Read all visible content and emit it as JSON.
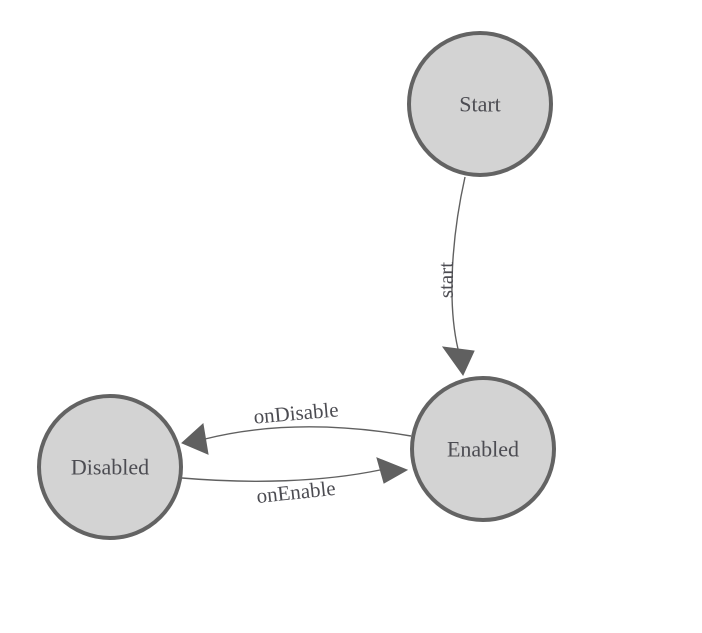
{
  "diagram": {
    "type": "state-machine",
    "background_color": "#ffffff",
    "node_fill_color": "#d3d3d3",
    "node_border_color": "#636363",
    "edge_color": "#606060",
    "text_color": "#4c4c52",
    "nodes": [
      {
        "id": "Start",
        "label": "Start"
      },
      {
        "id": "Enabled",
        "label": "Enabled"
      },
      {
        "id": "Disabled",
        "label": "Disabled"
      }
    ],
    "edges": [
      {
        "from": "Start",
        "to": "Enabled",
        "label": "start"
      },
      {
        "from": "Enabled",
        "to": "Disabled",
        "label": "onDisable"
      },
      {
        "from": "Disabled",
        "to": "Enabled",
        "label": "onEnable"
      }
    ]
  }
}
